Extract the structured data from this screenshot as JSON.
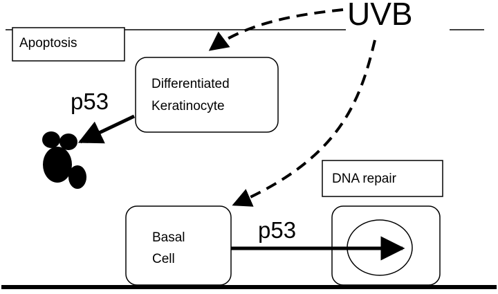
{
  "diagram": {
    "uvb_label": "UVB",
    "apoptosis_label": "Apoptosis",
    "differentiated_line1": "Differentiated",
    "differentiated_line2": "Keratinocyte",
    "p53_upper": "p53",
    "dna_repair_label": "DNA repair",
    "basal_line1": "Basal",
    "basal_line2": "Cell",
    "p53_lower": "p53"
  }
}
